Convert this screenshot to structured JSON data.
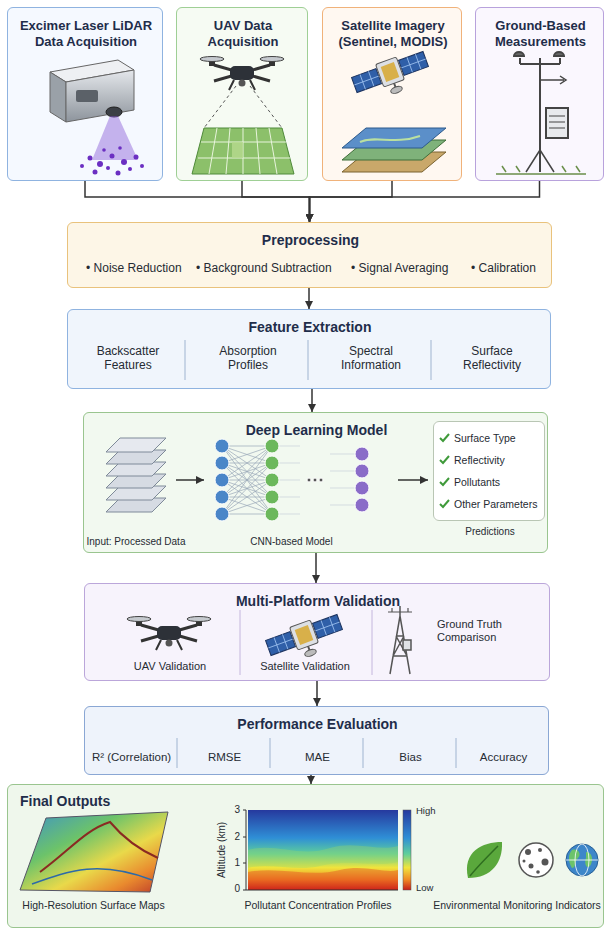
{
  "diagram": {
    "nodes": [
      {
        "text": [
          "Excimer Laser LiDAR Data Acquisition"
        ]
      },
      {
        "text": [
          "UAV Data Acquisition"
        ]
      },
      {
        "text": [
          "Satellite Imagery (Sentinel, MODIS)"
        ]
      },
      {
        "text": [
          "Ground-Based Measurements"
        ]
      },
      {
        "text": [
          "Preprocessing",
          "• Noise Reduction",
          "• Background Subtraction",
          "• Signal Averaging",
          "• Calibration"
        ]
      },
      {
        "text": [
          "Feature Extraction",
          "Backscatter Features",
          "Absorption Profiles",
          "Spectral Information",
          "Surface Reflectivity"
        ]
      },
      {
        "text": [
          "Deep Learning Model",
          "Input: Processed Data",
          "CNN-based Model"
        ]
      },
      {
        "text": [
          "Surface Type",
          "Reflectivity",
          "Pollutants",
          "Other Parameters",
          "Predictions"
        ],
        "in": 6
      },
      {
        "text": [
          "Multi-Platform Validation",
          "UAV Validation",
          "Satellite Validation",
          "Ground Truth Comparison"
        ]
      },
      {
        "text": [
          "Performance Evaluation",
          "R² (Correlation)",
          "RMSE",
          "MAE",
          "Bias",
          "Accuracy"
        ]
      },
      {
        "text": [
          "Final Outputs",
          "High-Resolution Surface Maps",
          "Pollutant Concentration Profiles",
          "Environmental Monitoring Indicators"
        ]
      }
    ],
    "edges": [
      {
        "from": 0,
        "to": 4,
        "arrow": "to"
      },
      {
        "from": 1,
        "to": 4,
        "arrow": "to"
      },
      {
        "from": 2,
        "to": 4,
        "arrow": "to"
      },
      {
        "from": 3,
        "to": 4,
        "arrow": "to"
      },
      {
        "from": 4,
        "to": 5,
        "arrow": "to"
      },
      {
        "from": 5,
        "to": 6,
        "arrow": "to"
      },
      {
        "from": 6,
        "to": 8,
        "arrow": "to"
      },
      {
        "from": 8,
        "to": 9,
        "arrow": "to"
      },
      {
        "from": 9,
        "to": 10,
        "arrow": "to"
      }
    ],
    "labels": [
      "3",
      "2",
      "1",
      "0",
      "Altitude (km)",
      "High",
      "Low"
    ]
  }
}
